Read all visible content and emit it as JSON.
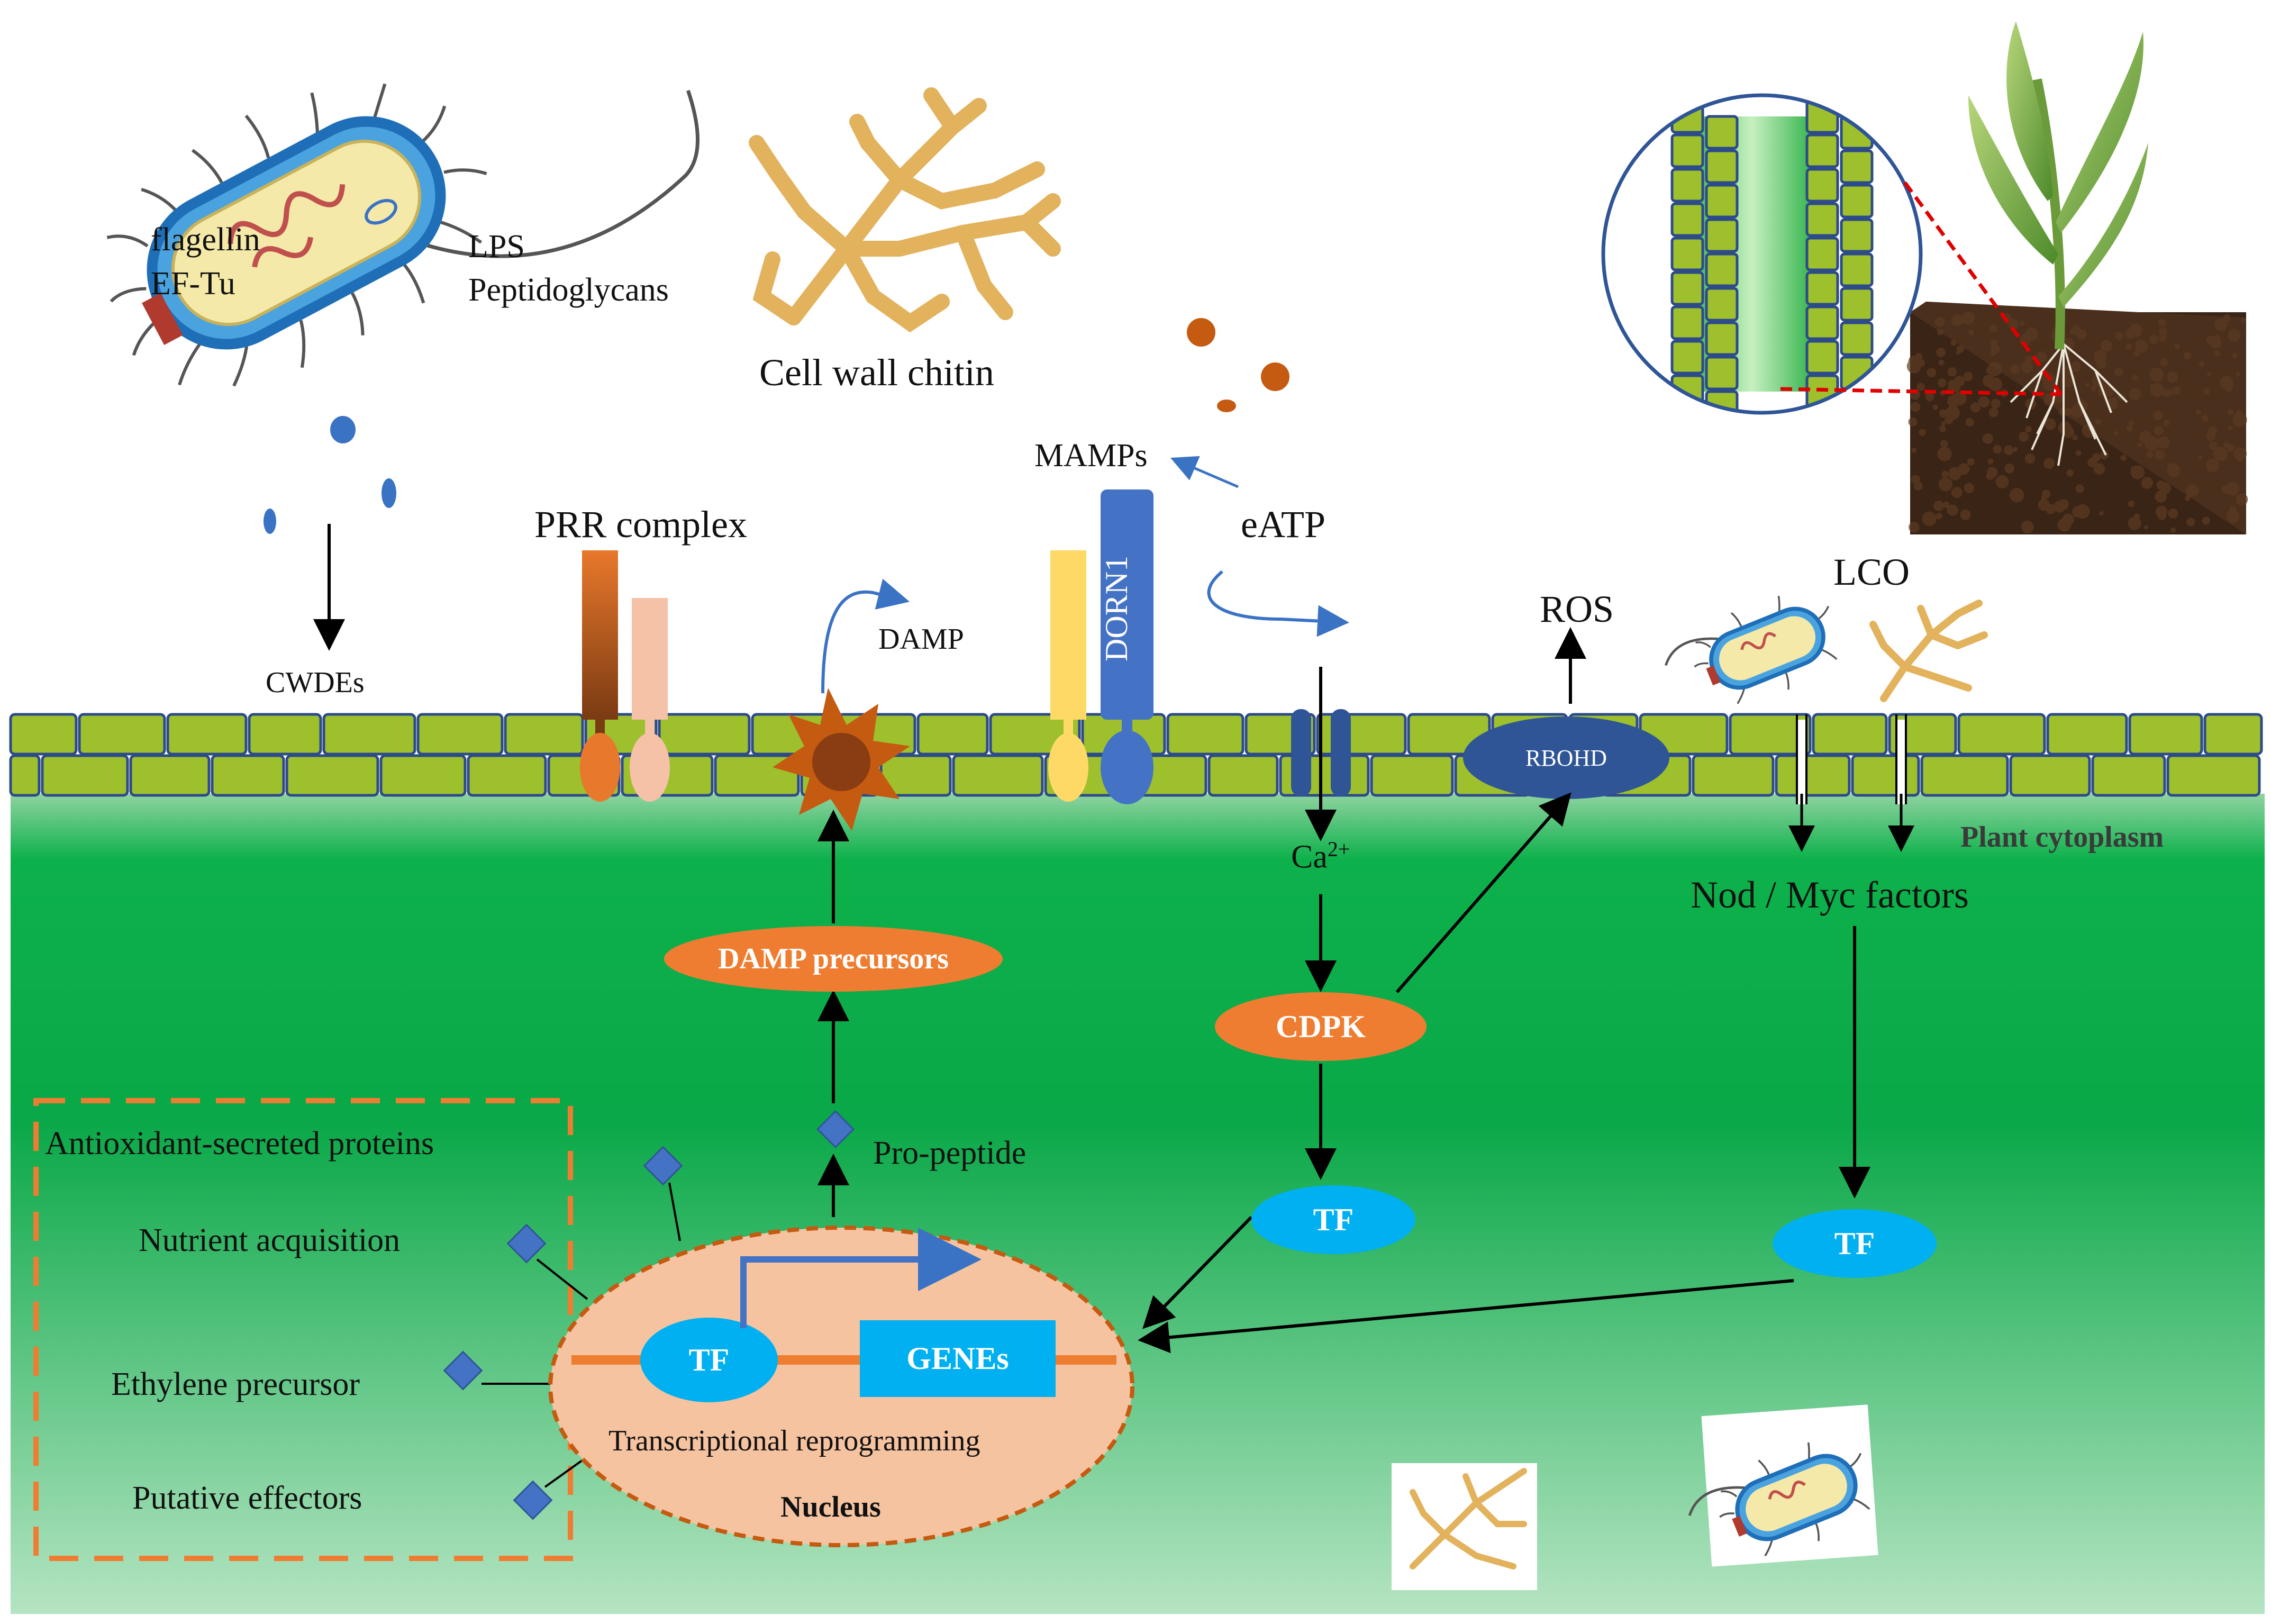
{
  "labels": {
    "flagellin": "flagellin",
    "ef_tu": "EF-Tu",
    "lps": "LPS",
    "peptidoglycans": "Peptidoglycans",
    "cell_wall_chitin": "Cell wall chitin",
    "cwdes": "CWDEs",
    "prr_complex": "PRR complex",
    "damp": "DAMP",
    "mamps": "MAMPs",
    "dorn1": "DORN1",
    "eatp": "eATP",
    "ros": "ROS",
    "rbohd": "RBOHD",
    "lco": "LCO",
    "calcium": "Ca",
    "calcium_sup": "2+",
    "plant_cytoplasm": "Plant cytoplasm",
    "nod_myc_factors": "Nod / Myc factors",
    "damp_precursors": "DAMP precursors",
    "cdpk": "CDPK",
    "tf_left": "TF",
    "tf_right": "TF",
    "tf_nucleus": "TF",
    "pro_peptide": "Pro-peptide",
    "genes": "GENEs",
    "transcriptional_reprogramming": "Transcriptional reprogramming",
    "nucleus": "Nucleus"
  },
  "secreted_box": {
    "title": "Antioxidant-secreted proteins",
    "items": [
      "Nutrient acquisition",
      "Ethylene precursor",
      "Putative effectors"
    ]
  },
  "colors": {
    "cell_wall": "#9dc02c",
    "cell_wall_outline": "#2d4a8a",
    "cytoplasm_top": "#0db14b",
    "cytoplasm_bottom": "#a9dfb8",
    "orange": "#ef7d31",
    "cyan": "#00b0f0",
    "blue_diamond": "#4472c4",
    "dorn1_blue": "#4472c4",
    "rbohd_blue": "#2f5597",
    "nucleus_fill": "#f6c3a0",
    "chitin": "#e2b25c"
  }
}
